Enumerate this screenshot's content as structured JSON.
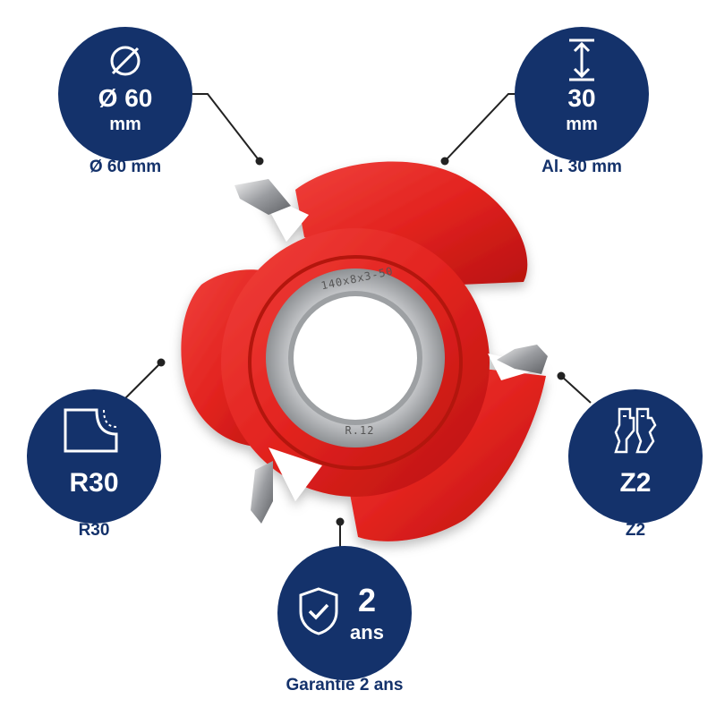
{
  "badges": {
    "diameter": {
      "value": "Ø 60",
      "unit": "mm",
      "caption": "Ø 60 mm",
      "icon": "diameter-icon"
    },
    "height": {
      "value": "30",
      "unit": "mm",
      "caption": "Al. 30 mm",
      "icon": "height-arrow-icon"
    },
    "radius": {
      "value": "R30",
      "caption": "R30",
      "icon": "radius-profile-icon"
    },
    "teeth": {
      "value": "Z2",
      "caption": "Z2",
      "icon": "teeth-profile-icon"
    },
    "warranty": {
      "value": "2",
      "unit": "ans",
      "caption": "Garantie 2 ans",
      "icon": "shield-check-icon"
    }
  },
  "product": {
    "engraving_top": "140x8x3-50",
    "engraving_bottom": "R.12"
  },
  "colors": {
    "badge": "#14326b",
    "body_red": "#e02a2a",
    "steel": "#c9cbcd",
    "leader_line": "#222222"
  }
}
